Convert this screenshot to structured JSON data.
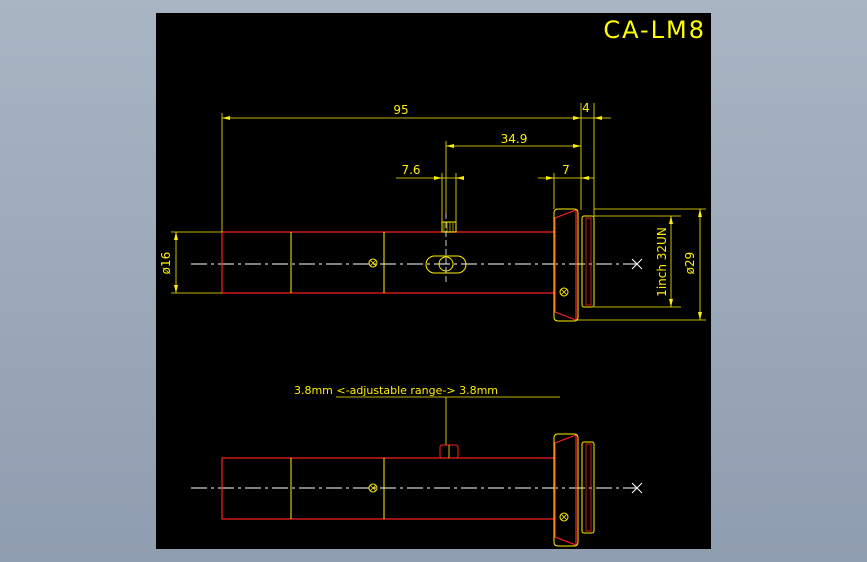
{
  "title": "CA-LM8",
  "colors": {
    "background": "#000000",
    "outline": "#ff2020",
    "dimension": "#ffff00",
    "detail": "#ffee00",
    "centerline": "#ffffff"
  },
  "dimensions": {
    "total_length": "95",
    "flange_thickness": "4",
    "focus_position": "34.9",
    "screw_width": "7.6",
    "thread_length": "7",
    "body_diameter": "ø16",
    "thread_spec": "1inch 32UN",
    "flange_diameter": "ø29"
  },
  "annotation": "3.8mm <-adjustable range-> 3.8mm"
}
